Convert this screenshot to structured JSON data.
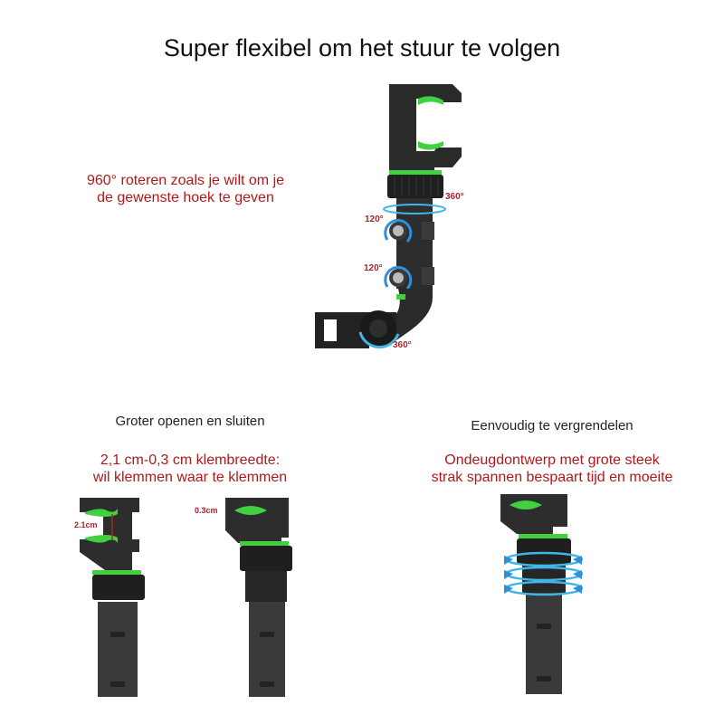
{
  "title": "Super flexibel om het stuur te volgen",
  "top_section": {
    "caption_line1": "960° roteren zoals je wilt om je",
    "caption_line2": "de gewenste hoek te geven",
    "labels": {
      "rotate_top": "360°",
      "pivot_upper": "120°",
      "pivot_lower": "120°",
      "rotate_bottom": "360°"
    }
  },
  "left_section": {
    "heading": "Groter openen en sluiten",
    "caption_line1": "2,1 cm-0,3 cm klembreedte:",
    "caption_line2": "wil klemmen waar te klemmen",
    "open_width_label": "2.1cm",
    "closed_width_label": "0.3cm"
  },
  "right_section": {
    "heading": "Eenvoudig te vergrendelen",
    "caption_line1": "Ondeugdontwerp met grote steek",
    "caption_line2": "strak spannen bespaart tijd en moeite"
  },
  "colors": {
    "accent_green": "#3fd13f",
    "body_dark": "#2b2b2b",
    "text_red": "#b0191b",
    "arrow_blue": "#2f8fd8"
  }
}
